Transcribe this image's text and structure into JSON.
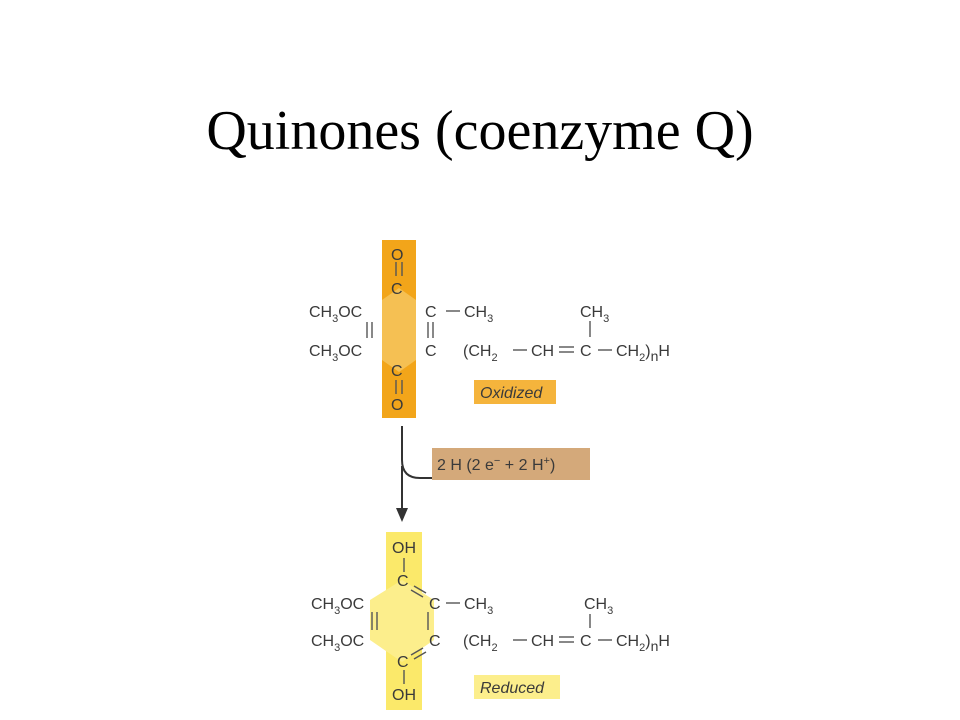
{
  "slide": {
    "title": "Quinones (coenzyme Q)"
  },
  "colors": {
    "oxidized_highlight": "#f2a51a",
    "reduced_highlight": "#fbe96a",
    "reaction_box": "#d4a97a",
    "label_box_oxidized": "#f5b43c",
    "label_box_reduced": "#fcee8c",
    "bond": "#555555"
  },
  "diagram": {
    "oxidized": {
      "top_o": "O",
      "top_c": "C",
      "bottom_c": "C",
      "bottom_o": "O",
      "methoxy_1": "CH",
      "methoxy_1_sub": "3",
      "methoxy_1_tail": "OC",
      "methoxy_2": "CH",
      "methoxy_2_sub": "3",
      "methoxy_2_tail": "OC",
      "right_c1": "C",
      "right_c2": "C",
      "methyl": "CH",
      "methyl_sub": "3",
      "chain_open": "(CH",
      "chain_sub2": "2",
      "chain_ch": "CH",
      "chain_c": "C",
      "chain_ch2": "CH",
      "chain_ch2_sub": "2",
      "chain_close": ")",
      "chain_n": "n",
      "chain_h": "H",
      "branch_ch": "CH",
      "branch_sub": "3",
      "label": "Oxidized"
    },
    "reaction": {
      "label": "2 H (2 e",
      "minus": "−",
      "mid": " + 2 H",
      "plus": "+",
      "end": ")"
    },
    "reduced": {
      "top_oh": "OH",
      "top_c": "C",
      "bottom_c": "C",
      "bottom_oh": "OH",
      "methoxy_1": "CH",
      "methoxy_1_sub": "3",
      "methoxy_1_tail": "OC",
      "methoxy_2": "CH",
      "methoxy_2_sub": "3",
      "methoxy_2_tail": "OC",
      "right_c1": "C",
      "right_c2": "C",
      "methyl": "CH",
      "methyl_sub": "3",
      "chain_open": "(CH",
      "chain_sub2": "2",
      "chain_ch": "CH",
      "chain_c": "C",
      "chain_ch2": "CH",
      "chain_ch2_sub": "2",
      "chain_close": ")",
      "chain_n": "n",
      "chain_h": "H",
      "branch_ch": "CH",
      "branch_sub": "3",
      "label": "Reduced"
    }
  }
}
